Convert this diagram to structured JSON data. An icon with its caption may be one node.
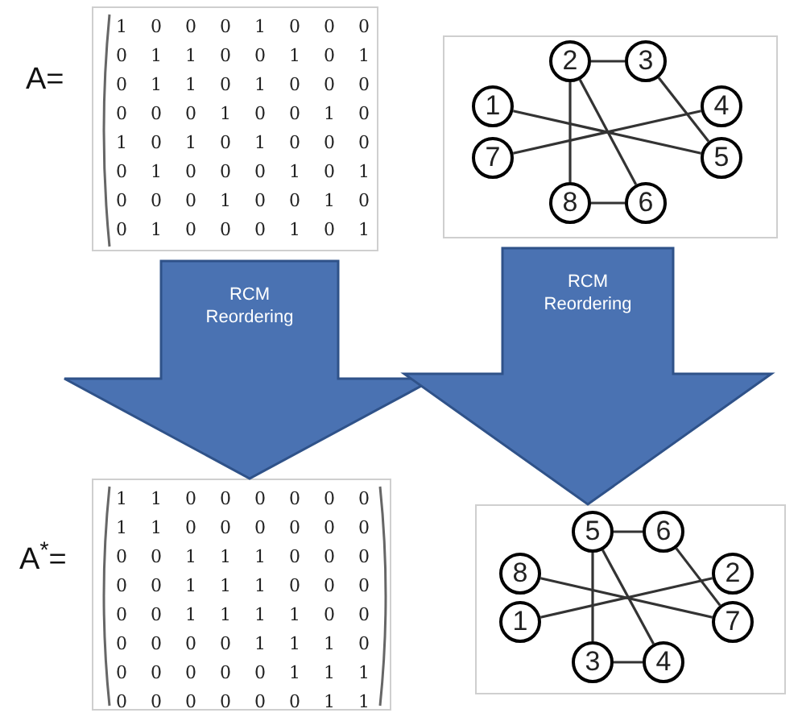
{
  "diagram": {
    "nodes": [
      {
        "text": [
          "1 0 0 0 1 0 0 0",
          "0 1 1 0 0 1 0 1",
          "0 1 1 0 1 0 0 0",
          "0 0 0 1 0 0 1 0",
          "1 0 1 0 1 0 0 0",
          "0 1 0 0 0 1 0 1",
          "0 0 0 1 0 0 1 0",
          "0 1 0 0 0 1 0 1"
        ]
      },
      {
        "text": [],
        "shape": "box"
      },
      {
        "text": [
          "2"
        ],
        "in": 1
      },
      {
        "text": [
          "3"
        ],
        "in": 1
      },
      {
        "text": [
          "1"
        ],
        "in": 1
      },
      {
        "text": [
          "4"
        ],
        "in": 1
      },
      {
        "text": [
          "7"
        ],
        "in": 1
      },
      {
        "text": [
          "5"
        ],
        "in": 1
      },
      {
        "text": [
          "8"
        ],
        "in": 1
      },
      {
        "text": [
          "6"
        ],
        "in": 1
      },
      {
        "text": [
          "1 1 0 0 0 0 0 0",
          "1 1 0 0 0 0 0 0",
          "0 0 1 1 1 0 0 0",
          "0 0 1 1 1 0 0 0",
          "0 0 1 1 1 1 0 0",
          "0 0 0 0 1 1 1 0",
          "0 0 0 0 0 1 1 1",
          "0 0 0 0 0 0 1 1"
        ]
      },
      {
        "text": [],
        "shape": "box"
      },
      {
        "text": [
          "5"
        ],
        "in": 11
      },
      {
        "text": [
          "6"
        ],
        "in": 11
      },
      {
        "text": [
          "8"
        ],
        "in": 11
      },
      {
        "text": [
          "2"
        ],
        "in": 11
      },
      {
        "text": [
          "1"
        ],
        "in": 11
      },
      {
        "text": [
          "7"
        ],
        "in": 11
      },
      {
        "text": [
          "3"
        ],
        "in": 11
      },
      {
        "text": [
          "4"
        ],
        "in": 11
      }
    ],
    "edges": [
      {
        "from": 2,
        "to": 3,
        "arrow": "none"
      },
      {
        "from": 2,
        "to": 8,
        "arrow": "none"
      },
      {
        "from": 2,
        "to": 9,
        "arrow": "none"
      },
      {
        "from": 3,
        "to": 7,
        "arrow": "none"
      },
      {
        "from": 4,
        "to": 7,
        "arrow": "none"
      },
      {
        "from": 6,
        "to": 5,
        "arrow": "none"
      },
      {
        "from": 8,
        "to": 9,
        "arrow": "none"
      },
      {
        "from": 12,
        "to": 13,
        "arrow": "none"
      },
      {
        "from": 12,
        "to": 18,
        "arrow": "none"
      },
      {
        "from": 12,
        "to": 19,
        "arrow": "none"
      },
      {
        "from": 13,
        "to": 17,
        "arrow": "none"
      },
      {
        "from": 14,
        "to": 17,
        "arrow": "none"
      },
      {
        "from": 16,
        "to": 15,
        "arrow": "none"
      },
      {
        "from": 18,
        "to": 19,
        "arrow": "none"
      },
      {
        "from": 0,
        "to": 10,
        "arrow": "to",
        "label": "RCM Reordering",
        "style": "thick"
      },
      {
        "from": 1,
        "to": 11,
        "arrow": "to",
        "label": "RCM Reordering",
        "style": "thick"
      }
    ],
    "labels": [
      "A=",
      "A$^{*}$="
    ]
  }
}
